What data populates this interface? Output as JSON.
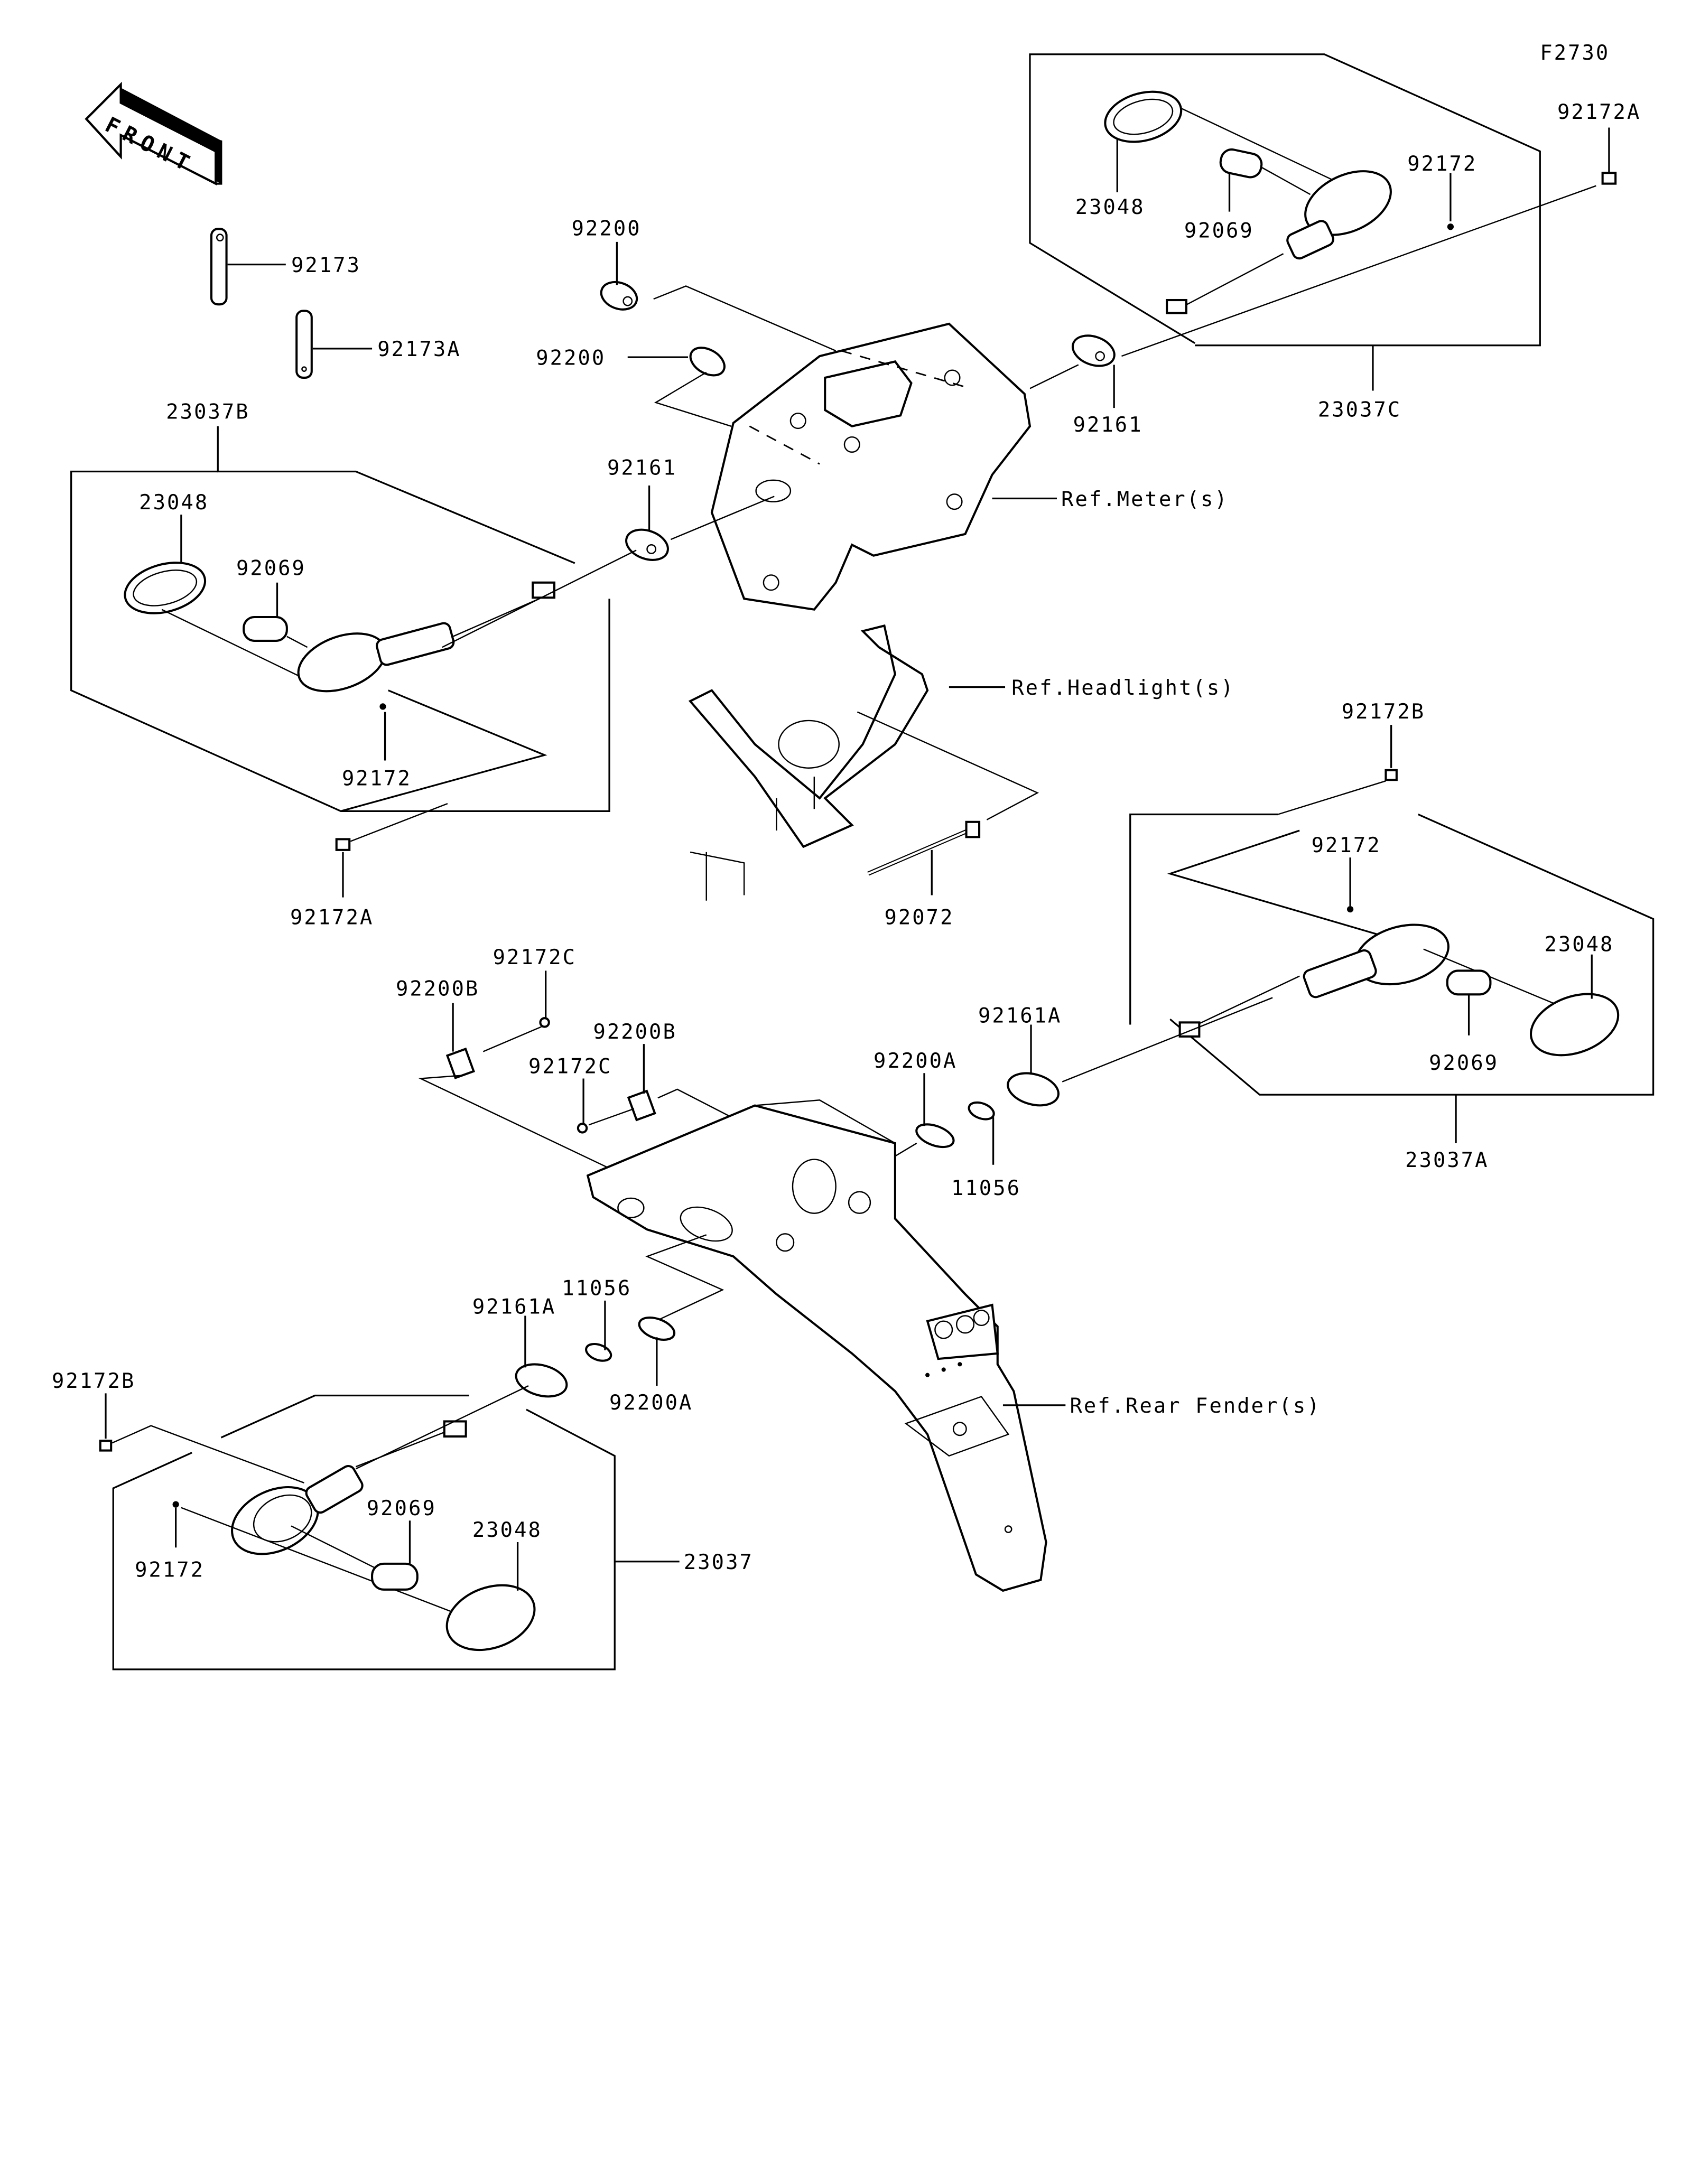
{
  "diagram": {
    "figure_code": "F2730",
    "direction_indicator": {
      "text": "FRONT",
      "icon": "front-arrow-icon"
    },
    "reference_notes": [
      {
        "id": "ref-meter",
        "label": "Ref.Meter(s)"
      },
      {
        "id": "ref-headlight",
        "label": "Ref.Headlight(s)"
      },
      {
        "id": "ref-rear-fender",
        "label": "Ref.Rear Fender(s)"
      }
    ],
    "callouts": {
      "c92173": "92173",
      "c92173A": "92173A",
      "c92200_top": "92200",
      "c92200_mid": "92200",
      "c92161_left": "92161",
      "c92161_right": "92161",
      "c23037B": "23037B",
      "c23048_left": "23048",
      "c92069_left": "92069",
      "c92172_left": "92172",
      "c92172A_left": "92172A",
      "c23048_tr": "23048",
      "c92069_tr": "92069",
      "c92172_tr": "92172",
      "c92172A_tr": "92172A",
      "c23037C": "23037C",
      "c92072": "92072",
      "c92172B_right": "92172B",
      "c92172_right": "92172",
      "c23048_right": "23048",
      "c92069_right": "92069",
      "c92161A_right": "92161A",
      "c23037A": "23037A",
      "c92200A_right": "92200A",
      "c11056_right": "11056",
      "c92200B_left": "92200B",
      "c92172C_left": "92172C",
      "c92200B_mid": "92200B",
      "c92172C_mid": "92172C",
      "c11056_left": "11056",
      "c92161A_left": "92161A",
      "c92200A_left": "92200A",
      "c92172B_left": "92172B",
      "c92172_bl": "92172",
      "c92069_bl": "92069",
      "c23048_bl": "23048",
      "c23037": "23037"
    },
    "assemblies": [
      {
        "part_no": "23037",
        "position": "bottom-left",
        "contains": [
          "92172",
          "92069",
          "23048"
        ]
      },
      {
        "part_no": "23037A",
        "position": "right",
        "contains": [
          "92172",
          "92069",
          "23048"
        ]
      },
      {
        "part_no": "23037B",
        "position": "left",
        "contains": [
          "23048",
          "92069",
          "92172"
        ]
      },
      {
        "part_no": "23037C",
        "position": "top-right",
        "contains": [
          "23048",
          "92069",
          "92172"
        ]
      }
    ]
  }
}
